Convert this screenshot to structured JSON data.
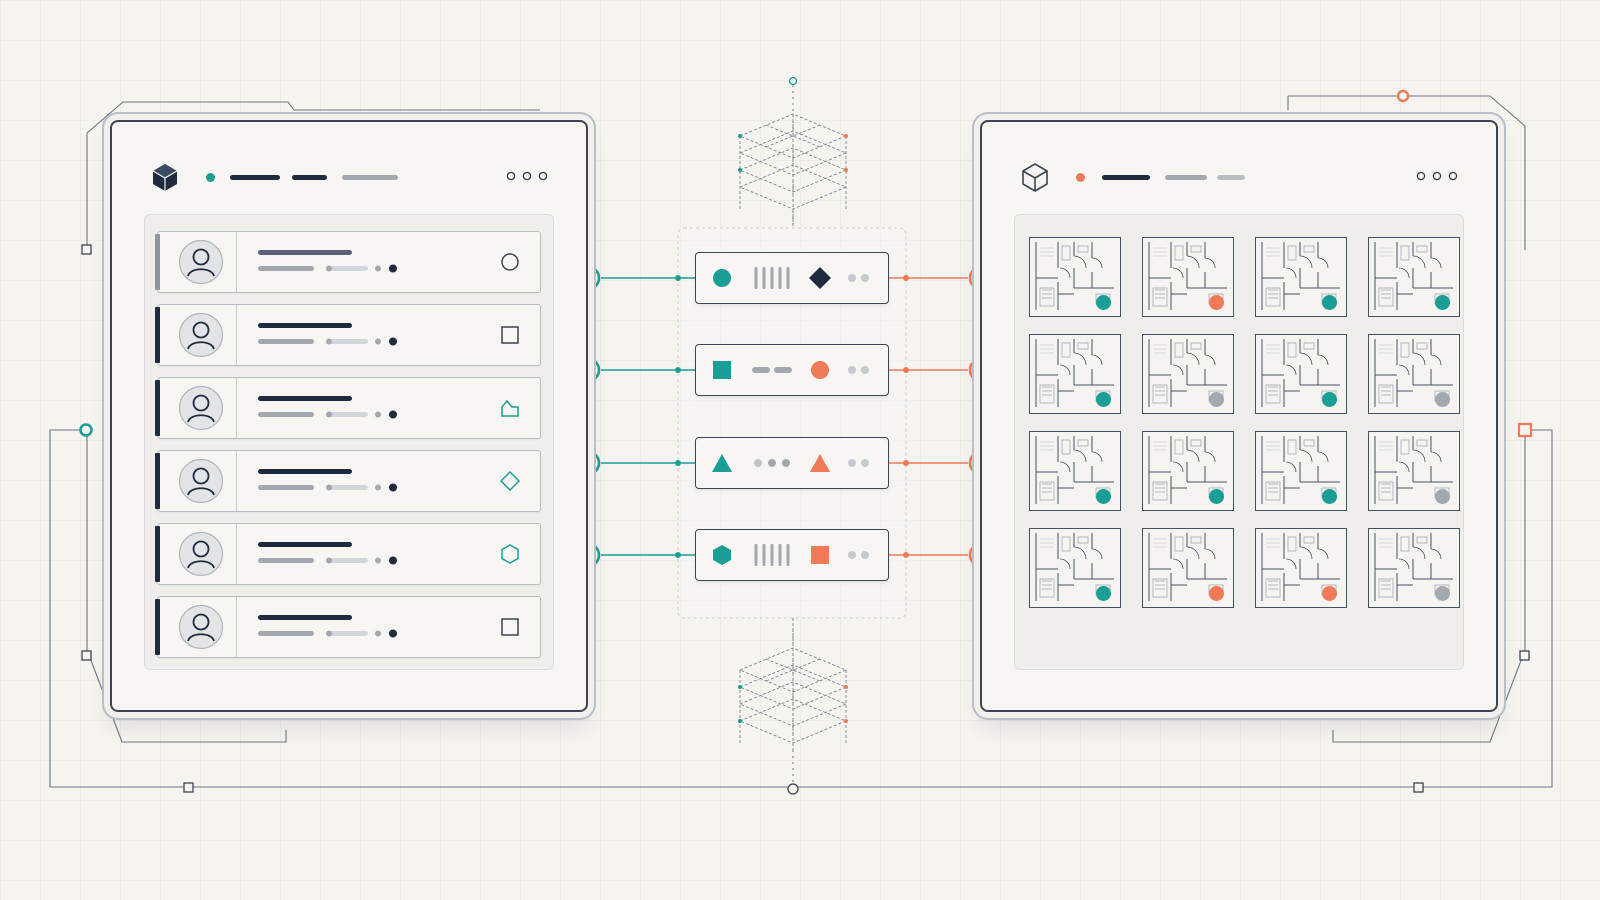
{
  "colors": {
    "teal": "#1a9e96",
    "coral": "#ef7a57",
    "navy": "#1e2a3e",
    "gray": "#a3a8b0",
    "line": "#3b4556"
  },
  "left_panel": {
    "header_icon": "cube-icon",
    "menu_icon": "more-horizontal-icon",
    "rows": [
      {
        "avatar": "user-avatar-icon",
        "marker": "circle-outline-icon"
      },
      {
        "avatar": "user-avatar-icon",
        "marker": "square-outline-icon"
      },
      {
        "avatar": "user-avatar-icon",
        "marker": "house-outline-icon"
      },
      {
        "avatar": "user-avatar-icon",
        "marker": "diamond-outline-icon"
      },
      {
        "avatar": "user-avatar-icon",
        "marker": "hexagon-outline-icon"
      },
      {
        "avatar": "user-avatar-icon",
        "marker": "square-outline-icon"
      }
    ]
  },
  "connector_cards": [
    {
      "left_shape": "teal-circle-icon",
      "middle": "bars",
      "right_shape": "navy-diamond-icon"
    },
    {
      "left_shape": "teal-square-icon",
      "middle": "dashes",
      "right_shape": "coral-circle-icon"
    },
    {
      "left_shape": "teal-triangle-icon",
      "middle": "dots",
      "right_shape": "coral-triangle-icon"
    },
    {
      "left_shape": "teal-hexagon-icon",
      "middle": "bars",
      "right_shape": "coral-square-icon"
    }
  ],
  "right_panel": {
    "header_icon": "cube-outline-icon",
    "menu_icon": "more-horizontal-icon",
    "tiles": [
      [
        "teal",
        "coral",
        "teal",
        "teal"
      ],
      [
        "teal",
        "gray",
        "teal",
        "gray"
      ],
      [
        "teal",
        "teal",
        "teal",
        "gray"
      ],
      [
        "teal",
        "coral",
        "coral",
        "gray"
      ]
    ]
  }
}
